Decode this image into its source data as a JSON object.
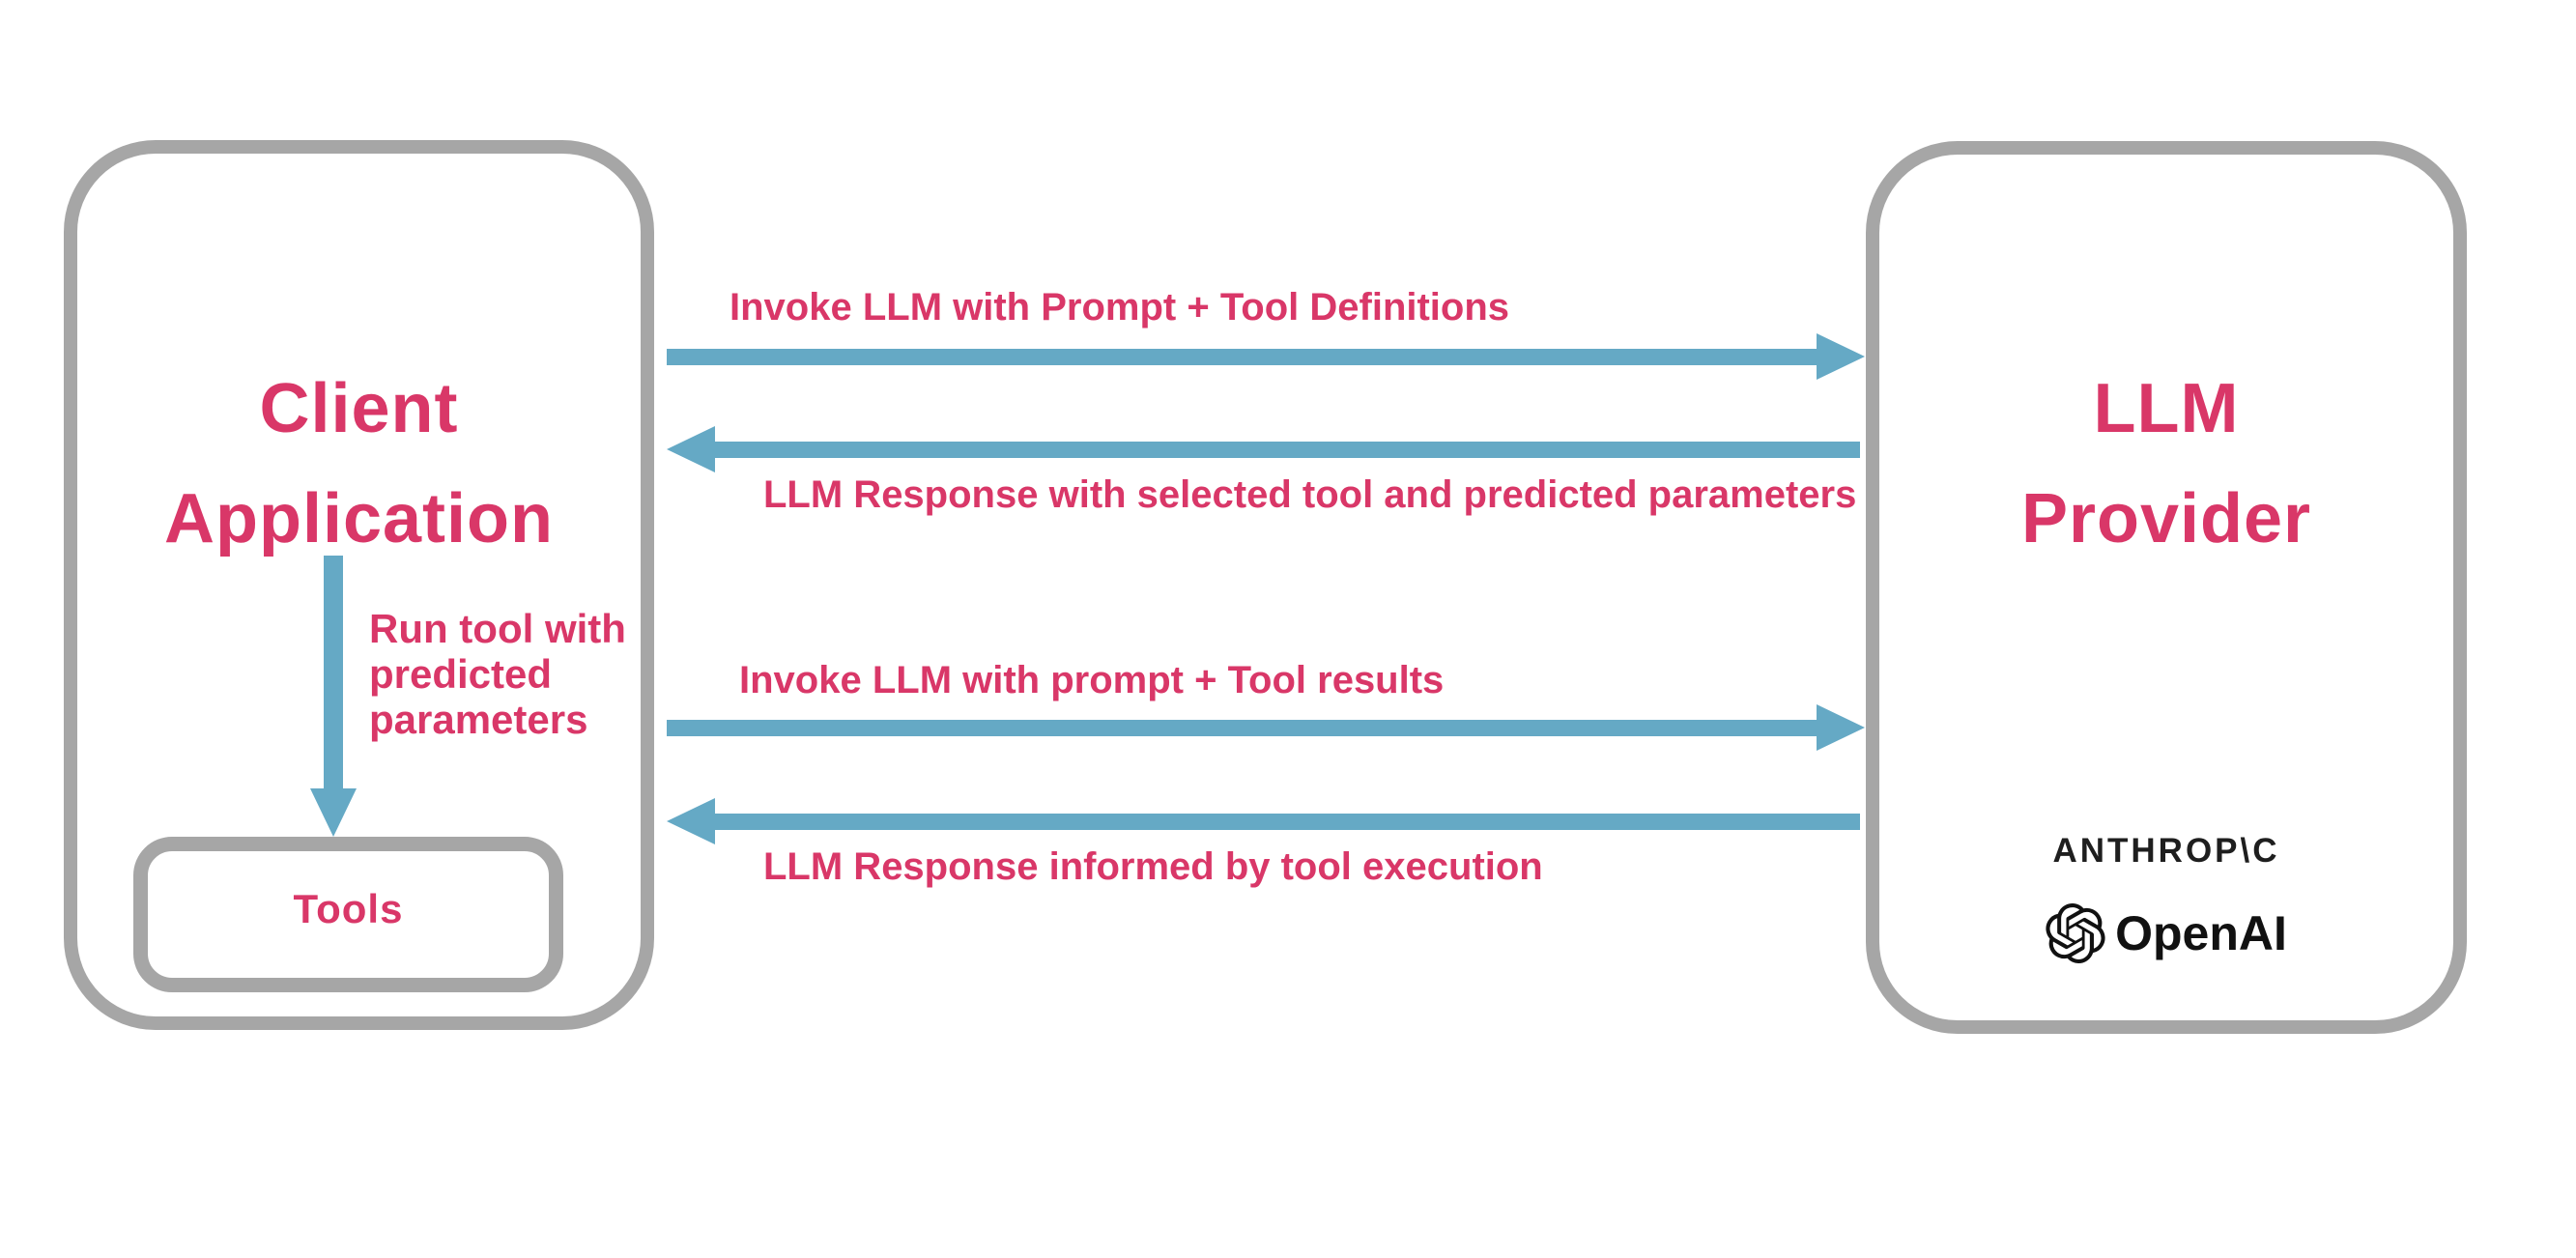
{
  "colors": {
    "pink": "#d93768",
    "blue": "#65a9c5",
    "gray": "#a6a6a6",
    "dark": "#1e1e1e",
    "background": "#ffffff"
  },
  "client_box": {
    "title_lines": [
      "Client",
      "Application"
    ],
    "run_tool_label_lines": [
      "Run tool with",
      "predicted",
      "parameters"
    ],
    "tools_label": "Tools"
  },
  "provider_box": {
    "title_lines": [
      "LLM",
      "Provider"
    ],
    "logos": {
      "anthropic_wordmark": "ANTHROP\\C",
      "openai_wordmark": "OpenAI"
    }
  },
  "arrows": [
    {
      "id": "invoke-llm-with-prompt-tool-definitions",
      "direction": "right",
      "label": "Invoke LLM with Prompt + Tool Definitions"
    },
    {
      "id": "llm-response-selected-tool",
      "direction": "left",
      "label": "LLM Response with selected tool and predicted parameters"
    },
    {
      "id": "invoke-llm-with-tool-results",
      "direction": "right",
      "label": "Invoke LLM with prompt + Tool results"
    },
    {
      "id": "llm-response-informed-by-tool-execution",
      "direction": "left",
      "label": "LLM Response informed by tool execution"
    },
    {
      "id": "run-tool-with-predicted-parameters",
      "direction": "down",
      "label": "Run tool with predicted parameters"
    }
  ]
}
